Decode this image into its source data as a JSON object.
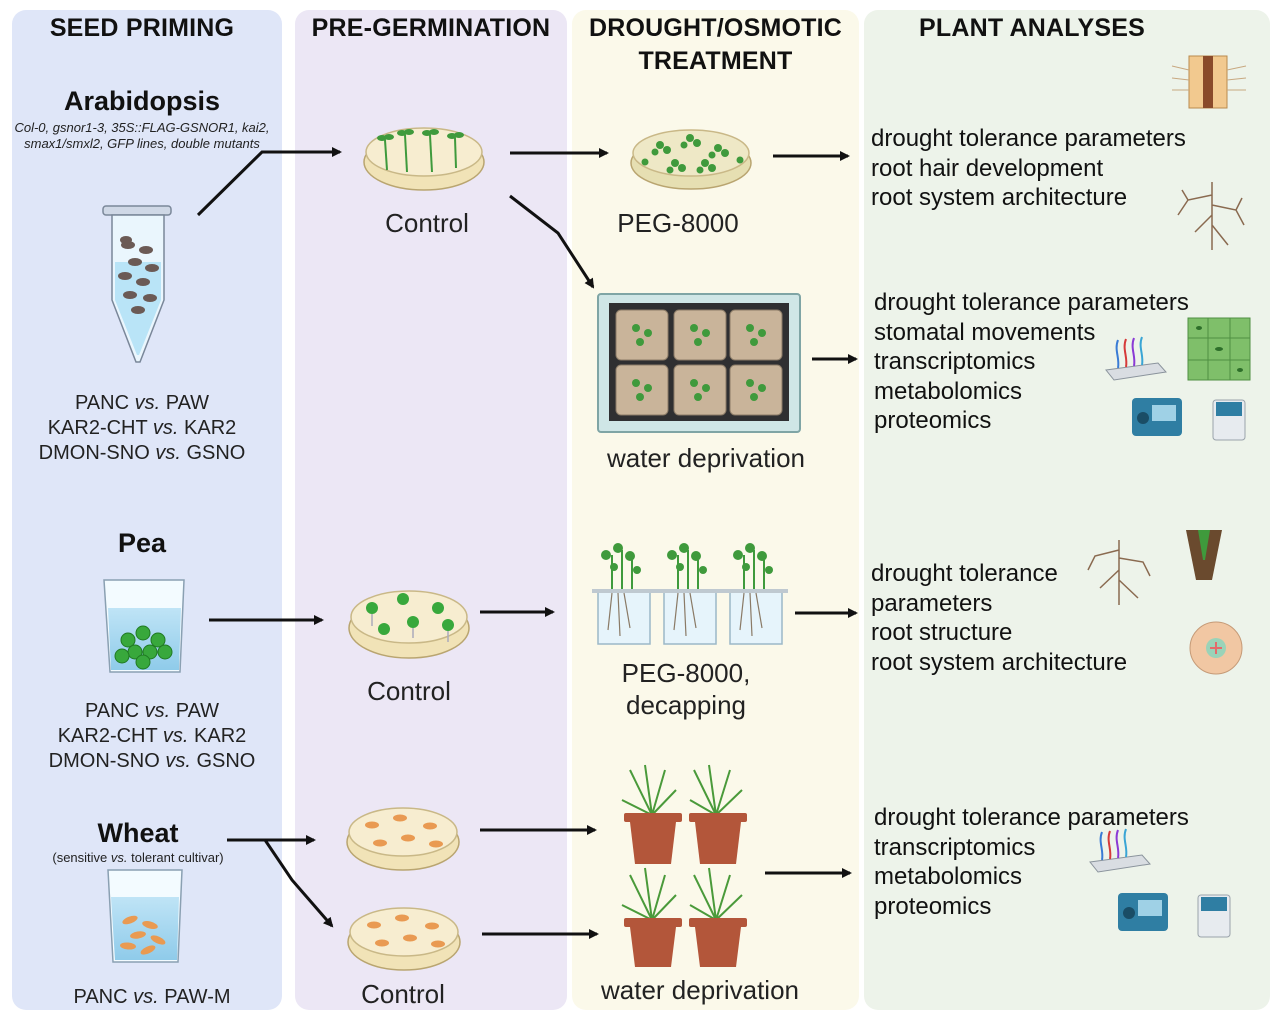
{
  "headers": {
    "seed_priming": "SEED PRIMING",
    "pre_germination": "PRE-GERMINATION",
    "drought_line1": "DROUGHT/OSMOTIC",
    "drought_line2": "TREATMENT",
    "plant_analyses": "PLANT ANALYSES"
  },
  "arabidopsis": {
    "name": "Arabidopsis",
    "lines_1": "Col-0, gsnor1-3, 35S::FLAG-GSNOR1, kai2,",
    "lines_2": "smax1/smxl2, GFP lines, double mutants",
    "comparisons": [
      "PANC vs. PAW",
      "KAR2-CHT vs. KAR2",
      "DMON-SNO vs. GSNO"
    ]
  },
  "pea": {
    "name": "Pea",
    "comparisons": [
      "PANC vs. PAW",
      "KAR2-CHT vs. KAR2",
      "DMON-SNO vs. GSNO"
    ]
  },
  "wheat": {
    "name": "Wheat",
    "note": "(sensitive vs. tolerant cultivar)",
    "comparison": "PANC vs. PAW-M"
  },
  "pre_germination": {
    "arabidopsis": "Control",
    "pea": "Control",
    "wheat": "Control"
  },
  "treatments": {
    "peg": "PEG-8000",
    "water_deprivation_1": "water deprivation",
    "pea_line1": "PEG-8000,",
    "pea_line2": "decapping",
    "water_deprivation_2": "water deprivation"
  },
  "analyses": {
    "group1": [
      "drought tolerance parameters",
      "root hair development",
      "root system architecture"
    ],
    "group2": [
      "drought tolerance parameters",
      "stomatal movements",
      "transcriptomics",
      "metabolomics",
      "proteomics"
    ],
    "group3": [
      "drought tolerance",
      "parameters",
      "root structure",
      "root system architecture"
    ],
    "group4": [
      "drought tolerance parameters",
      "transcriptomics",
      "metabolomics",
      "proteomics"
    ]
  },
  "colors": {
    "col_seed": "#dfe6f8",
    "col_pregerm": "#ece7f5",
    "col_treatment": "#fbf9ea",
    "col_analyses": "#edf3ea",
    "arrow": "#111111",
    "plant_green": "#3f9a3c",
    "pot": "#b3563a"
  },
  "icons": [
    "tube-icon",
    "beaker-icon",
    "petri-dish-icon",
    "seedling-tray-icon",
    "hydroponic-icon",
    "pot-plant-icon",
    "root-icon",
    "root-hair-icon",
    "root-tip-icon",
    "root-section-icon",
    "leaf-epidermis-icon",
    "microarray-icon",
    "mass-spectrometer-icon"
  ]
}
